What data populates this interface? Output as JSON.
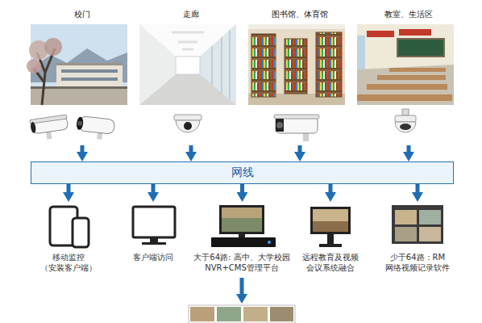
{
  "diagram": {
    "nodes": [
      {
        "text": [
          "校门"
        ]
      },
      {
        "text": [
          "走廊"
        ]
      },
      {
        "text": [
          "图书馆、体育馆"
        ]
      },
      {
        "text": [
          "教室、生活区"
        ]
      },
      {
        "text": [
          "网线"
        ]
      },
      {
        "text": [
          "移动监控 （安装客户端）"
        ]
      },
      {
        "text": [
          "客户端访问"
        ]
      },
      {
        "text": [
          "大于64路: 高中、大学校园 NVR+CMS管理平台"
        ]
      },
      {
        "text": [
          "远程教育及视频 会议系统融合"
        ]
      },
      {
        "text": [
          "少于64路：RM 网络视频记录软件"
        ]
      }
    ],
    "edges": [
      {
        "from": 0,
        "to": 4,
        "arrow": "to"
      },
      {
        "from": 1,
        "to": 4,
        "arrow": "to"
      },
      {
        "from": 2,
        "to": 4,
        "arrow": "to"
      },
      {
        "from": 3,
        "to": 4,
        "arrow": "to"
      },
      {
        "from": 4,
        "to": 5,
        "arrow": "to"
      },
      {
        "from": 4,
        "to": 6,
        "arrow": "to"
      },
      {
        "from": 4,
        "to": 7,
        "arrow": "to"
      },
      {
        "from": 4,
        "to": 8,
        "arrow": "to"
      },
      {
        "from": 4,
        "to": 9,
        "arrow": "to"
      }
    ]
  }
}
